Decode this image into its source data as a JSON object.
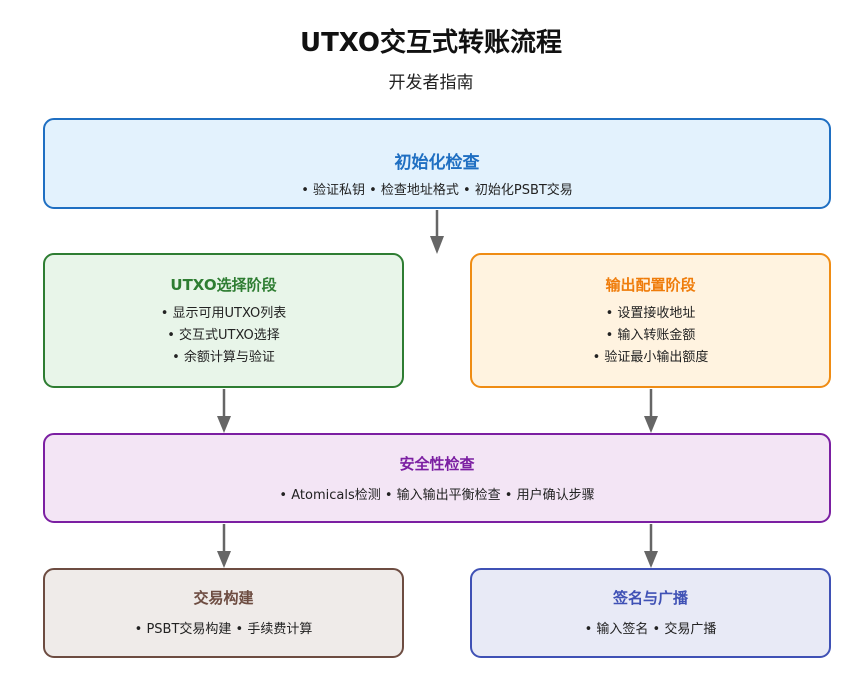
{
  "header": {
    "title": "UTXO交互式转账流程",
    "subtitle": "开发者指南"
  },
  "colors": {
    "arrow": "#666666",
    "init": "#1f6fc2",
    "utxo": "#2e7d32",
    "output": "#ef8c14",
    "security": "#7b1fa2",
    "build": "#6d4c41",
    "sign": "#3f51b5"
  },
  "nodes": {
    "init": {
      "title": "初始化检查",
      "line": "• 验证私钥 • 检查地址格式 • 初始化PSBT交易"
    },
    "utxo_selection": {
      "title": "UTXO选择阶段",
      "items": [
        "• 显示可用UTXO列表",
        "• 交互式UTXO选择",
        "• 余额计算与验证"
      ]
    },
    "output_config": {
      "title": "输出配置阶段",
      "items": [
        "• 设置接收地址",
        "• 输入转账金额",
        "• 验证最小输出额度"
      ]
    },
    "security": {
      "title": "安全性检查",
      "line": "• Atomicals检测 • 输入输出平衡检查 • 用户确认步骤"
    },
    "build": {
      "title": "交易构建",
      "line": "• PSBT交易构建 • 手续费计算"
    },
    "sign": {
      "title": "签名与广播",
      "line": "• 输入签名 • 交易广播"
    }
  }
}
